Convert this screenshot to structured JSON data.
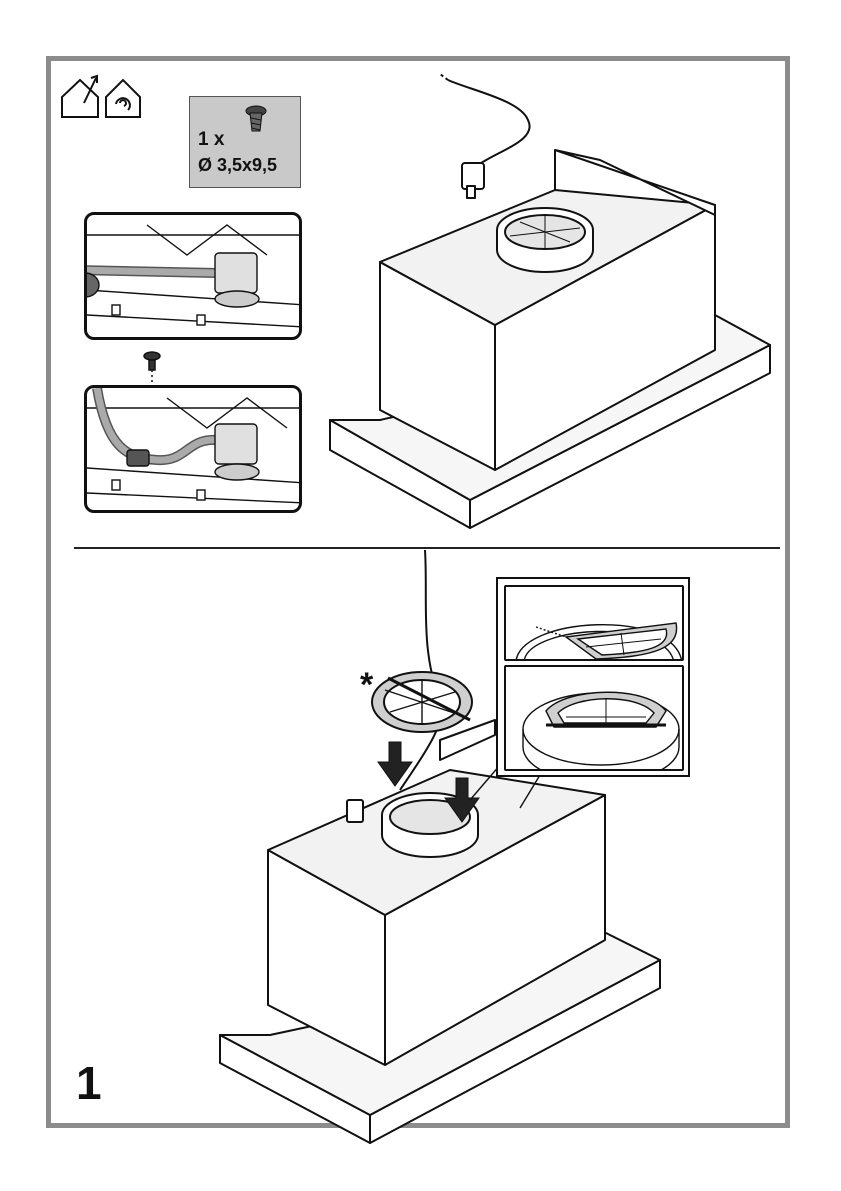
{
  "screw_callout": {
    "quantity": "1 x",
    "size": "Ø 3,5x9,5"
  },
  "asterisk_label": "*",
  "step_number": "1",
  "icons": [
    "house-ducted-icon",
    "house-recirculation-icon",
    "screw-icon",
    "down-arrow-icon"
  ]
}
